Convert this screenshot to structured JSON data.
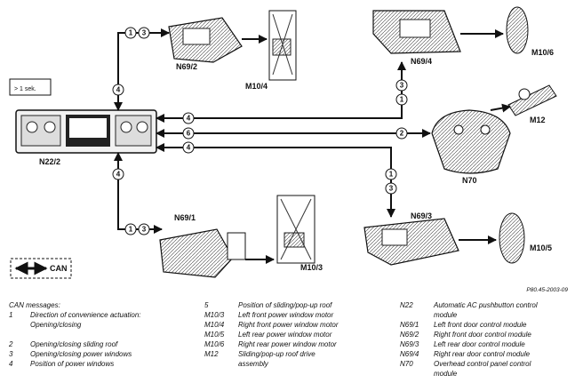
{
  "labels": {
    "n22_2": "N22/2",
    "n69_2": "N69/2",
    "m10_4": "M10/4",
    "n69_4": "N69/4",
    "m10_6": "M10/6",
    "m12": "M12",
    "n70": "N70",
    "n69_1": "N69/1",
    "m10_3": "M10/3",
    "n69_3": "N69/3",
    "m10_5": "M10/5",
    "sok": "> 1 sek.",
    "can": "CAN"
  },
  "bubbles": {
    "b1": "1",
    "b3": "3",
    "b4": "4",
    "b6": "6",
    "b2": "2"
  },
  "code": "P80.45-2003-09",
  "legend": {
    "title": "CAN messages:",
    "col1": [
      {
        "k": "1",
        "v": "Direction of convenience actuation:"
      },
      {
        "k": "",
        "v": "Opening/closing"
      },
      {
        "k": "",
        "v": ""
      },
      {
        "k": "2",
        "v": "Opening/closing sliding roof"
      },
      {
        "k": "3",
        "v": "Opening/closing power windows"
      },
      {
        "k": "4",
        "v": "Position of power windows"
      }
    ],
    "col2": [
      {
        "k": "5",
        "v": "Position of sliding/pop-up roof"
      },
      {
        "k": "M10/3",
        "v": "Left front power window motor"
      },
      {
        "k": "M10/4",
        "v": "Right front power window motor"
      },
      {
        "k": "M10/5",
        "v": "Left rear power window motor"
      },
      {
        "k": "M10/6",
        "v": "Right rear power window motor"
      },
      {
        "k": "M12",
        "v": "Sliding/pop-up roof drive"
      },
      {
        "k": "",
        "v": "assembly"
      }
    ],
    "col3": [
      {
        "k": "N22",
        "v": "Automatic AC pushbutton control"
      },
      {
        "k": "",
        "v": "module"
      },
      {
        "k": "N69/1",
        "v": "Left front door control module"
      },
      {
        "k": "N69/2",
        "v": "Right front door control module"
      },
      {
        "k": "N69/3",
        "v": "Left rear door control module"
      },
      {
        "k": "N69/4",
        "v": "Right rear door control module"
      },
      {
        "k": "N70",
        "v": "Overhead control panel control"
      },
      {
        "k": "",
        "v": "module"
      }
    ]
  }
}
